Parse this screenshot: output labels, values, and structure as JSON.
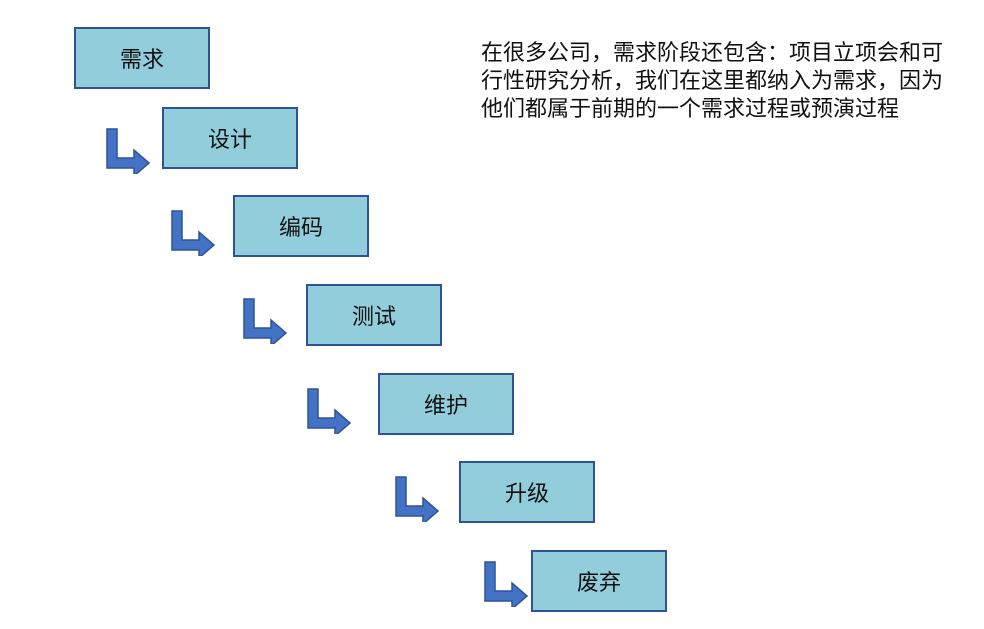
{
  "stages": [
    {
      "label": "需求"
    },
    {
      "label": "设计"
    },
    {
      "label": "编码"
    },
    {
      "label": "测试"
    },
    {
      "label": "维护"
    },
    {
      "label": "升级"
    },
    {
      "label": "废弃"
    }
  ],
  "note": {
    "text": "在很多公司，需求阶段还包含：项目立项会和可行性研究分析，我们在这里都纳入为需求，因为他们都属于前期的一个需求过程或预演过程"
  },
  "colors": {
    "box_fill": "#92cddc",
    "box_border": "#2f5496",
    "arrow_fill": "#4472c4",
    "arrow_stroke": "#2f5496"
  }
}
